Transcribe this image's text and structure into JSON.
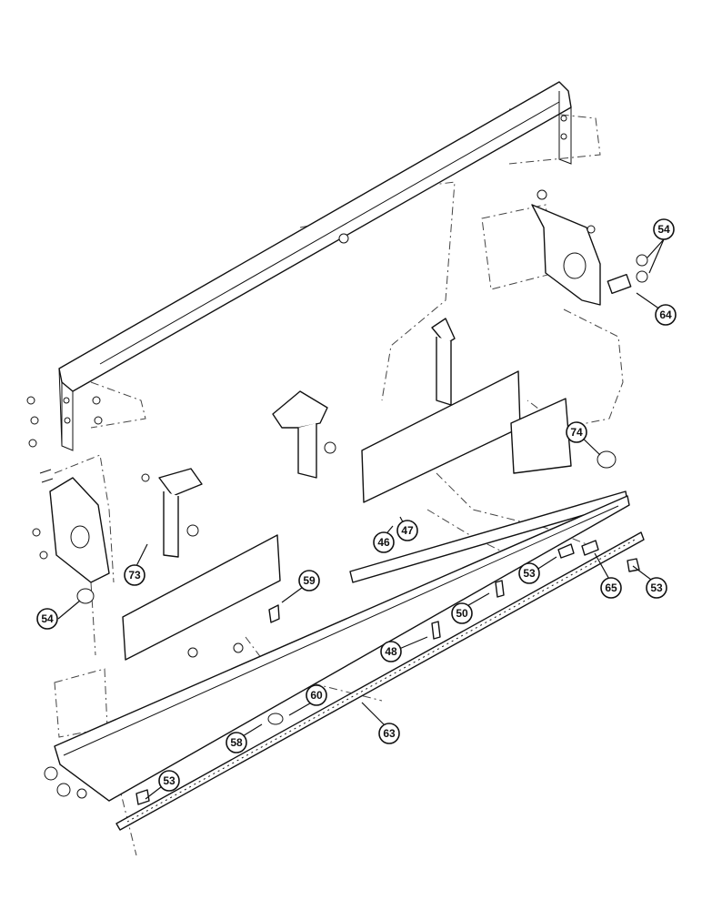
{
  "diagram": {
    "callouts": [
      {
        "id": "c54r",
        "label": "54"
      },
      {
        "id": "c64",
        "label": "64"
      },
      {
        "id": "c74",
        "label": "74"
      },
      {
        "id": "c73",
        "label": "73"
      },
      {
        "id": "c54l",
        "label": "54"
      },
      {
        "id": "c59",
        "label": "59"
      },
      {
        "id": "c46",
        "label": "46"
      },
      {
        "id": "c47",
        "label": "47"
      },
      {
        "id": "c53a",
        "label": "53"
      },
      {
        "id": "c65",
        "label": "65"
      },
      {
        "id": "c53b",
        "label": "53"
      },
      {
        "id": "c50",
        "label": "50"
      },
      {
        "id": "c48",
        "label": "48"
      },
      {
        "id": "c60",
        "label": "60"
      },
      {
        "id": "c58",
        "label": "58"
      },
      {
        "id": "c63",
        "label": "63"
      },
      {
        "id": "c53c",
        "label": "53"
      }
    ]
  }
}
